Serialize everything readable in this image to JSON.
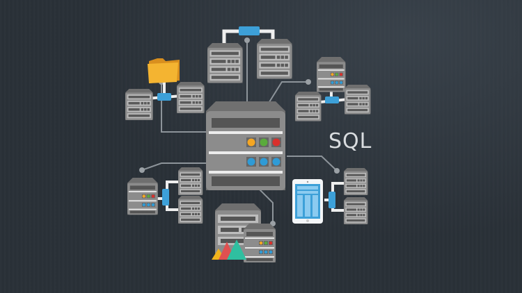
{
  "diagram": {
    "label": "SQL",
    "colors": {
      "background": "#2a3138",
      "server_body": "#8a8a8a",
      "server_dark": "#555555",
      "server_light": "#bdbdbd",
      "connector_blue": "#3da0d8",
      "link_white": "#eeeeee",
      "line_gray": "#8d949a",
      "led_orange": "#f5a623",
      "led_green": "#5aab3c",
      "led_red": "#d9302c",
      "led_blue": "#2f9bd6",
      "folder_yellow": "#f4b431",
      "chart_yellow": "#f2b41c",
      "chart_red": "#e05050",
      "chart_teal": "#2fbfa0"
    },
    "nodes": [
      {
        "id": "central-database-server",
        "type": "server"
      },
      {
        "id": "top-replicated-servers",
        "type": "server-pair"
      },
      {
        "id": "folder-storage-cluster",
        "type": "file-share"
      },
      {
        "id": "top-right-server-cluster",
        "type": "server-cluster"
      },
      {
        "id": "left-server-cluster",
        "type": "server-cluster"
      },
      {
        "id": "analytics-reporting-servers",
        "type": "analytics"
      },
      {
        "id": "tablet-client-cluster",
        "type": "mobile-client"
      }
    ]
  }
}
